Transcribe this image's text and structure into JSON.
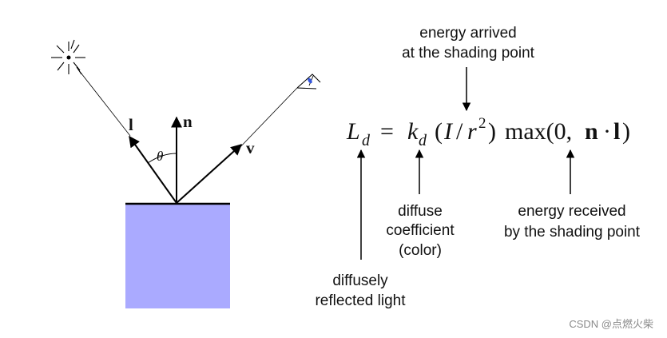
{
  "left_diagram": {
    "vector_labels": {
      "l": "l",
      "n": "n",
      "v": "v"
    },
    "angle_label": "θ",
    "surface_color": "#aaaaff",
    "light_icon": "sun-icon",
    "eye_icon": "eye-icon"
  },
  "equation": {
    "lhs": "L",
    "lhs_sub": "d",
    "equals": "=",
    "k": "k",
    "k_sub": "d",
    "open_paren": "(",
    "intensity": "I",
    "slash": "/",
    "r": "r",
    "r_exp": "2",
    "close_paren": ")",
    "max_text": "max(0,",
    "n_bold": "n",
    "dot": "·",
    "l_bold": "l",
    "end_paren": ")"
  },
  "annotations": {
    "energy_arrived": [
      "energy arrived",
      "at the shading point"
    ],
    "diffusely_reflected": [
      "diffusely",
      "reflected light"
    ],
    "diffuse_coefficient": [
      "diffuse",
      "coefficient",
      "(color)"
    ],
    "energy_received": [
      "energy received",
      "by the shading point"
    ]
  },
  "watermark": "CSDN @点燃火柴"
}
